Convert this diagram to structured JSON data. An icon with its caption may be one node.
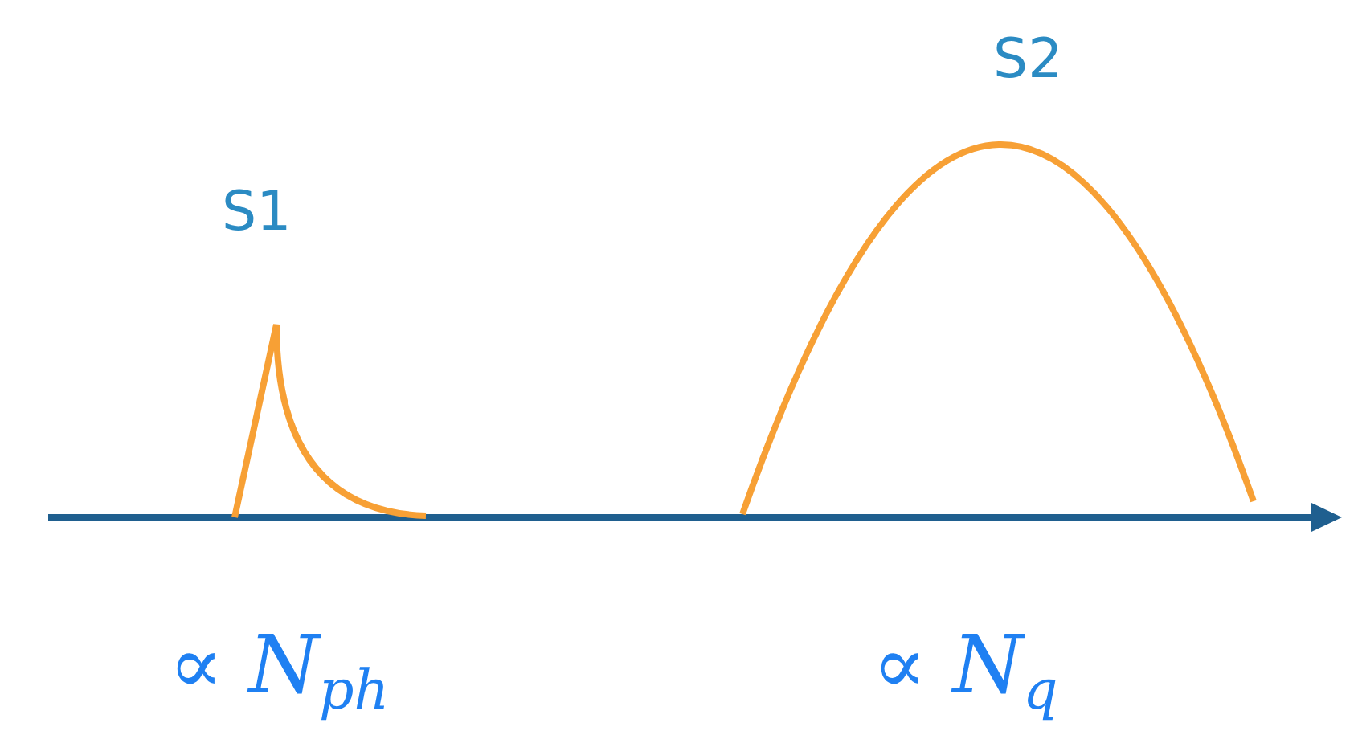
{
  "diagram": {
    "labels": [
      "S1",
      "S2",
      "∝ *N*$_{ph}$",
      "∝ *N*$_{q}$"
    ]
  }
}
